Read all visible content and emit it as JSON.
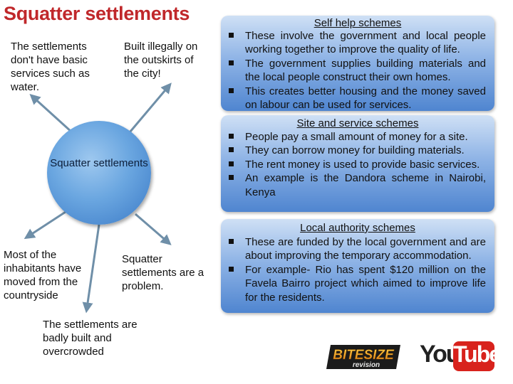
{
  "title": "Squatter settlements",
  "notes": {
    "basic_services": "The settlements don't have basic services such as water.",
    "built_illegally": "Built illegally on the outskirts of the city!",
    "inhabitants": "Most of the inhabitants have moved from the countryside",
    "problem": "Squatter settlements are a problem.",
    "badly_built": "The settlements are badly built and overcrowded"
  },
  "hub": {
    "label": "Squatter settlements"
  },
  "panels": [
    {
      "heading": "Self help schemes",
      "bullets": [
        "These involve the government and local people working together to improve the quality of life.",
        "The government supplies building materials and the local people construct their own homes.",
        "This creates better housing and the money saved on labour can be used for services."
      ]
    },
    {
      "heading": "Site and service schemes",
      "bullets": [
        "People pay a small amount of money for a site.",
        "They can borrow money for building materials.",
        "The rent money is used to provide basic services.",
        "An example is the Dandora scheme in Nairobi, Kenya"
      ]
    },
    {
      "heading": "Local authority schemes",
      "bullets": [
        "These are funded by the local government and are about improving the temporary accommodation.",
        "For example- Rio has spent $120 million on the Favela Bairro project which aimed to improve life for the residents."
      ]
    }
  ],
  "logos": {
    "bitesize_main": "BITESIZE",
    "bitesize_sub": "revision",
    "youtube_you": "You",
    "youtube_tube": "Tube"
  },
  "colors": {
    "title": "#c0282b",
    "panel_top": "#cfe0f5",
    "panel_bottom": "#4f85d0",
    "arrow": "#6f8fa8",
    "youtube_red": "#d8221c"
  }
}
